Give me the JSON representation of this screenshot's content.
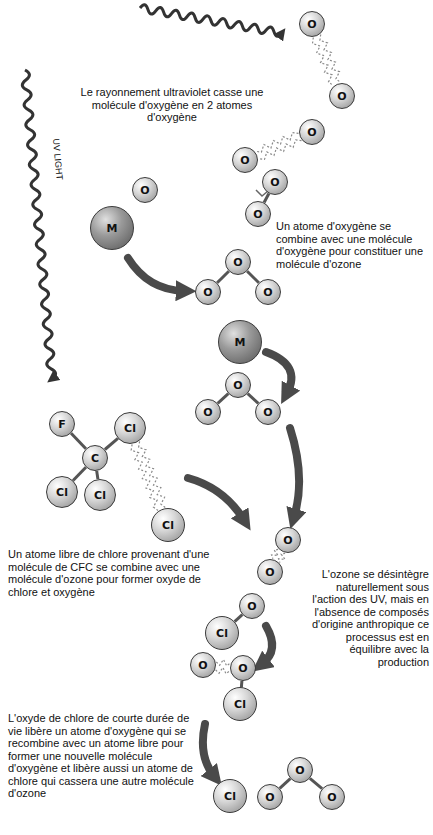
{
  "diagram": {
    "nodes": [
      {
        "text": [
          "O"
        ]
      },
      {
        "text": [
          "O"
        ]
      },
      {
        "text": [
          "O"
        ]
      },
      {
        "text": [
          "O"
        ]
      },
      {
        "text": [
          "O"
        ]
      },
      {
        "text": [
          "O"
        ]
      },
      {
        "text": [
          "O"
        ]
      },
      {
        "text": [
          "M"
        ]
      },
      {
        "text": [
          "O"
        ]
      },
      {
        "text": [
          "O"
        ]
      },
      {
        "text": [
          "O"
        ]
      },
      {
        "text": [
          "M"
        ]
      },
      {
        "text": [
          "O"
        ]
      },
      {
        "text": [
          "O"
        ]
      },
      {
        "text": [
          "O"
        ]
      },
      {
        "text": [
          "F"
        ]
      },
      {
        "text": [
          "Cl"
        ]
      },
      {
        "text": [
          "C"
        ]
      },
      {
        "text": [
          "Cl"
        ]
      },
      {
        "text": [
          "Cl"
        ]
      },
      {
        "text": [
          "Cl"
        ]
      },
      {
        "text": [
          "O"
        ]
      },
      {
        "text": [
          "O"
        ]
      },
      {
        "text": [
          "O"
        ]
      },
      {
        "text": [
          "Cl"
        ]
      },
      {
        "text": [
          "O"
        ]
      },
      {
        "text": [
          "O"
        ]
      },
      {
        "text": [
          "Cl"
        ]
      },
      {
        "text": [
          "Cl"
        ]
      },
      {
        "text": [
          "O"
        ]
      },
      {
        "text": [
          "O"
        ]
      },
      {
        "text": [
          "O"
        ]
      }
    ],
    "edges": [
      {
        "from": 0,
        "to": 1,
        "arrow": "none"
      },
      {
        "from": 2,
        "to": 3,
        "arrow": "none"
      },
      {
        "from": 4,
        "to": 5,
        "arrow": "none"
      },
      {
        "from": 8,
        "to": 9,
        "arrow": "none"
      },
      {
        "from": 8,
        "to": 10,
        "arrow": "none"
      },
      {
        "from": 12,
        "to": 13,
        "arrow": "none"
      },
      {
        "from": 12,
        "to": 14,
        "arrow": "none"
      },
      {
        "from": 17,
        "to": 15,
        "arrow": "none"
      },
      {
        "from": 17,
        "to": 16,
        "arrow": "none"
      },
      {
        "from": 17,
        "to": 18,
        "arrow": "none"
      },
      {
        "from": 17,
        "to": 19,
        "arrow": "none"
      },
      {
        "from": 16,
        "to": 20,
        "arrow": "none"
      },
      {
        "from": 21,
        "to": 22,
        "arrow": "none"
      },
      {
        "from": 23,
        "to": 24,
        "arrow": "none"
      },
      {
        "from": 25,
        "to": 26,
        "arrow": "none"
      },
      {
        "from": 26,
        "to": 27,
        "arrow": "none"
      },
      {
        "from": 29,
        "to": 30,
        "arrow": "none"
      },
      {
        "from": 29,
        "to": 31,
        "arrow": "none"
      }
    ],
    "labels": [
      "Le rayonnement ultraviolet casse une molécule d'oxygène en 2 atomes d'oxygène",
      "UV LIGHT",
      "Un atome d'oxygène se combine avec une molécule d'oxygène pour constituer une molécule d'ozone",
      "Un atome libre de chlore provenant d'une molécule de CFC se combine avec une molécule d'ozone pour former oxyde de chlore et oxygène",
      "L'ozone se désintègre naturellement sous l'action des UV, mais en l'absence de composés d'origine anthropique ce processus est en équilibre avec la production",
      "L'oxyde de chlore de courte durée de vie libère un atome d'oxygène qui se recombine avec un atome libre pour former une nouvelle molécule d'oxygène et libère aussi un atome de chlore qui cassera une autre molécule d'ozone"
    ]
  }
}
